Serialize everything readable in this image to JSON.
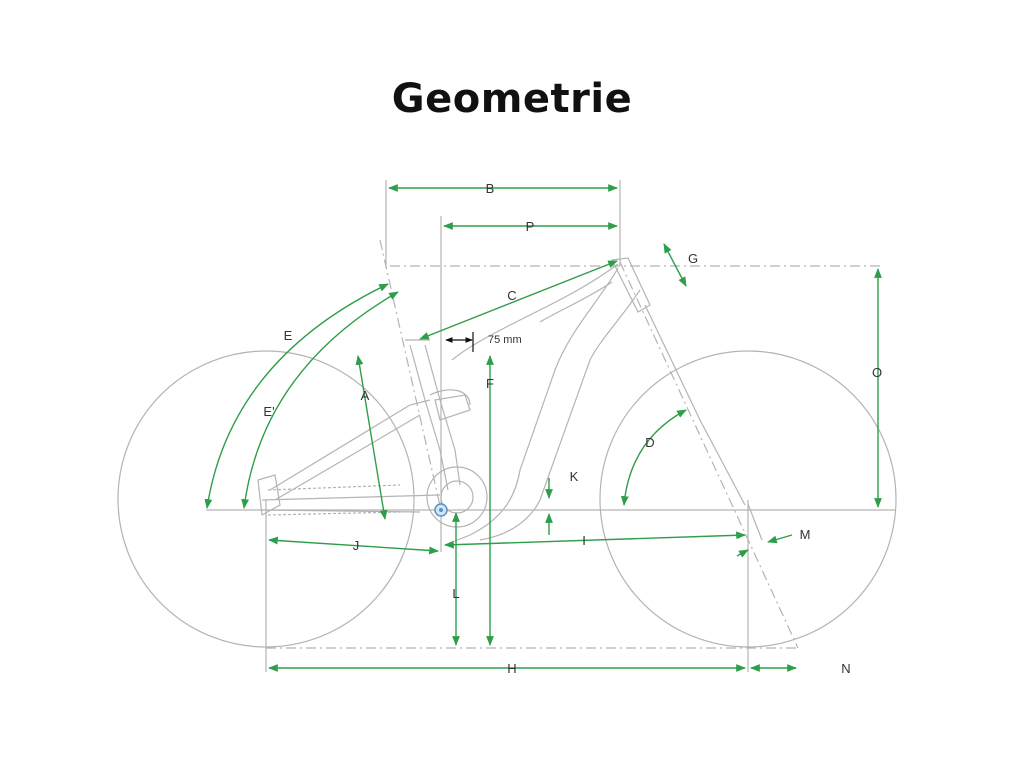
{
  "title": "Geometrie",
  "colors": {
    "dimension": "#2e9e4a",
    "outline": "#b4b4b4",
    "text": "#333333"
  },
  "labels": {
    "A": "A",
    "B": "B",
    "C": "C",
    "D": "D",
    "E": "E",
    "E_prime": "E'",
    "F": "F",
    "G": "G",
    "H": "H",
    "I": "I",
    "J": "J",
    "K": "K",
    "L": "L",
    "M": "M",
    "N": "N",
    "O": "O",
    "P": "P"
  },
  "note_75mm": "75 mm"
}
